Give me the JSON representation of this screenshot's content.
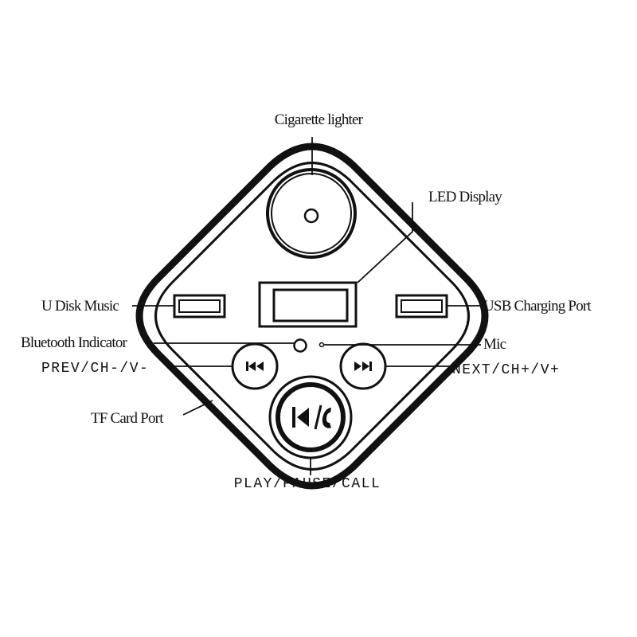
{
  "labels": {
    "cigarette_lighter": "Cigarette lighter",
    "led_display": "LED Display",
    "u_disk_music": "U Disk Music",
    "usb_charging_port": "USB Charging Port",
    "bluetooth_indicator": "Bluetooth Indicator",
    "mic": "Mic",
    "prev": "PREV/CH-/V-",
    "next": "NEXT/CH+/V+",
    "tf_card_port": "TF Card Port",
    "play_pause_call": "PLAY/PAUSE/CALL"
  },
  "colors": {
    "ink": "#111111",
    "background": "#ffffff"
  },
  "icons": {
    "prev": "skip-back-icon",
    "next": "skip-forward-icon",
    "play_call": "play-pause-call-icon"
  }
}
